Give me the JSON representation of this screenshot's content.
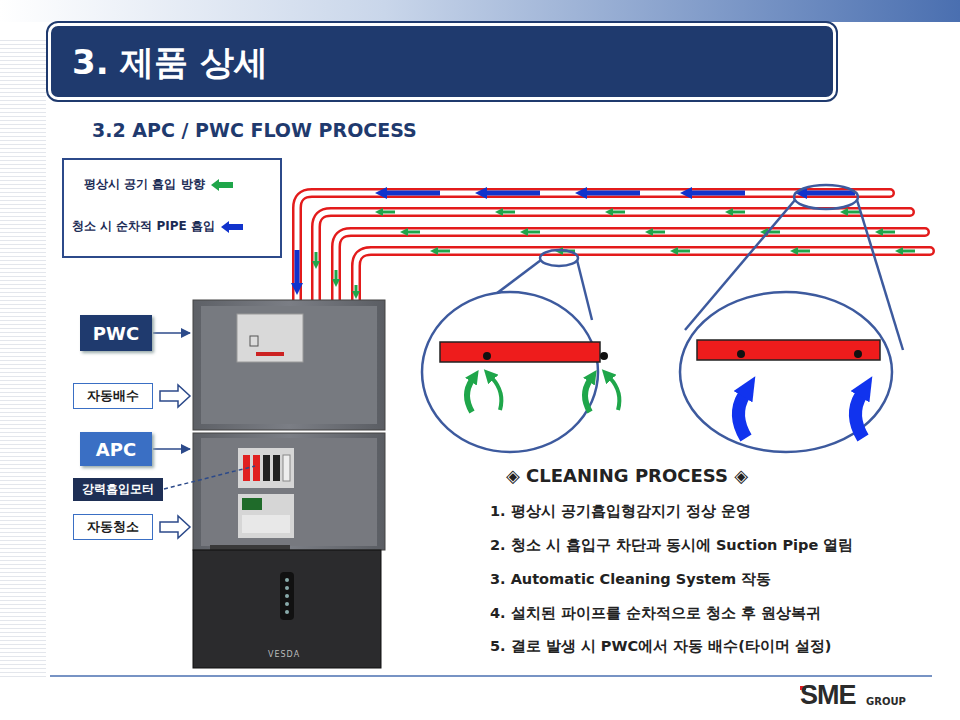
{
  "diagram": {
    "title": "3. 제품 상세",
    "nodes": [
      {
        "text": [
          "PWC"
        ]
      },
      {
        "text": [
          "자동배수"
        ]
      },
      {
        "text": [
          "APC"
        ]
      },
      {
        "text": [
          "강력흡입모터"
        ]
      },
      {
        "text": [
          "자동청소"
        ]
      }
    ],
    "labels": [
      "3.2 APC / PWC FLOW PROCESS",
      "◈ CLEANING PROCESS ◈",
      "1. 평상시 공기흡입형감지기 정상 운영",
      "2. 청소 시 흡입구 차단과 동시에 Suction Pipe 열림",
      "3. Automatic Cleaning System 작동",
      "4. 설치된 파이프를 순차적으로 청소 후 원상복귀",
      "5. 결로 발생 시 PWC에서 자동 배수(타이머 설정)",
      "VESDA",
      "SME",
      "GROUP"
    ],
    "legend": [
      {
        "text": "평상시 공기 흡입 방향",
        "color": "#1fa64a"
      },
      {
        "text": "청소 시 순차적 PIPE 흡입",
        "color": "#1133cc"
      }
    ]
  }
}
